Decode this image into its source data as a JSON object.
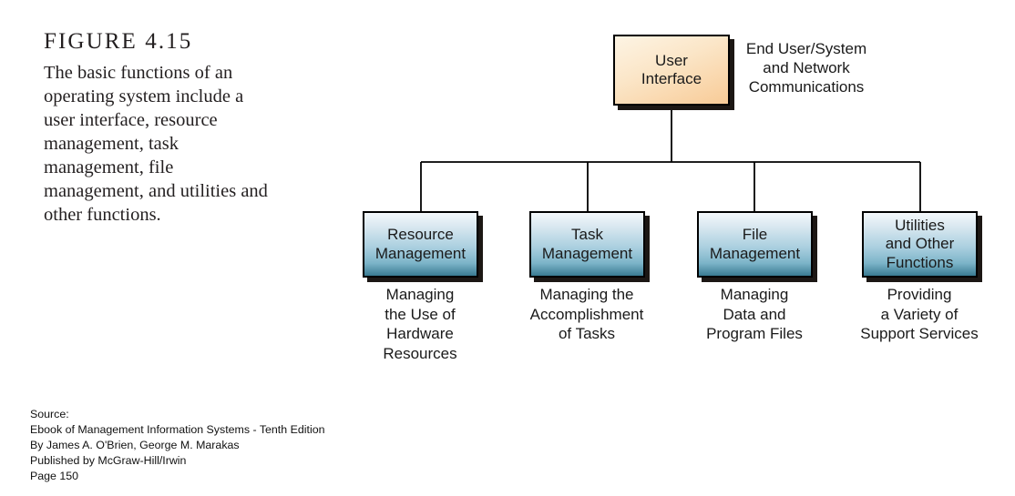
{
  "figure": {
    "title": "FIGURE 4.15",
    "description": "The basic functions of an operating system include a user interface, resource management, task management, file management, and utilities and other functions."
  },
  "source": {
    "line1": "Source:",
    "line2": "Ebook of Management Information Systems - Tenth Edition",
    "line3": "By James A. O'Brien, George M. Marakas",
    "line4": "Published by McGraw-Hill/Irwin",
    "line5": "Page 150"
  },
  "diagram": {
    "root": {
      "label": "User\nInterface",
      "side_note": "End User/System\nand Network\nCommunications",
      "fill_top": "#fdf4e4",
      "fill_bottom": "#f8cb97"
    },
    "children": [
      {
        "label": "Resource\nManagement",
        "caption": "Managing\nthe Use of\nHardware\nResources"
      },
      {
        "label": "Task\nManagement",
        "caption": "Managing the\nAccomplishment\nof Tasks"
      },
      {
        "label": "File\nManagement",
        "caption": "Managing\nData and\nProgram Files"
      },
      {
        "label": "Utilities\nand Other\nFunctions",
        "caption": "Providing\na Variety of\nSupport Services"
      }
    ],
    "child_fill_top": "#f4f8fb",
    "child_fill_bottom": "#3a7b92",
    "border_color": "#000000",
    "shadow_color": "#1c1714",
    "connector_color": "#000000"
  }
}
